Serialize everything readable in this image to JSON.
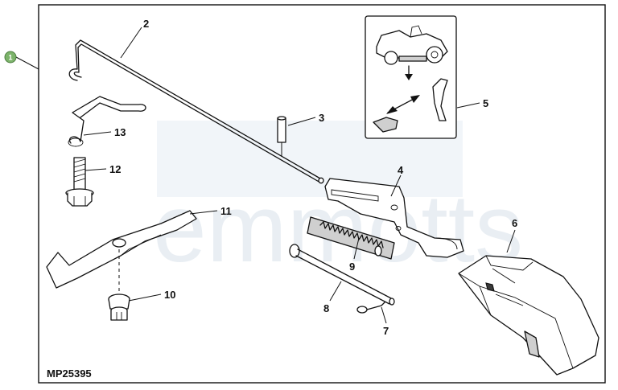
{
  "diagram": {
    "code": "MP25395",
    "reference_marker": "1",
    "watermark": "emmotts",
    "callouts": [
      "2",
      "3",
      "4",
      "5",
      "6",
      "7",
      "8",
      "9",
      "10",
      "11",
      "12",
      "13"
    ]
  },
  "colors": {
    "line": "#111111",
    "marker_fill": "#7cb36a",
    "watermark": "#e9eef3"
  }
}
